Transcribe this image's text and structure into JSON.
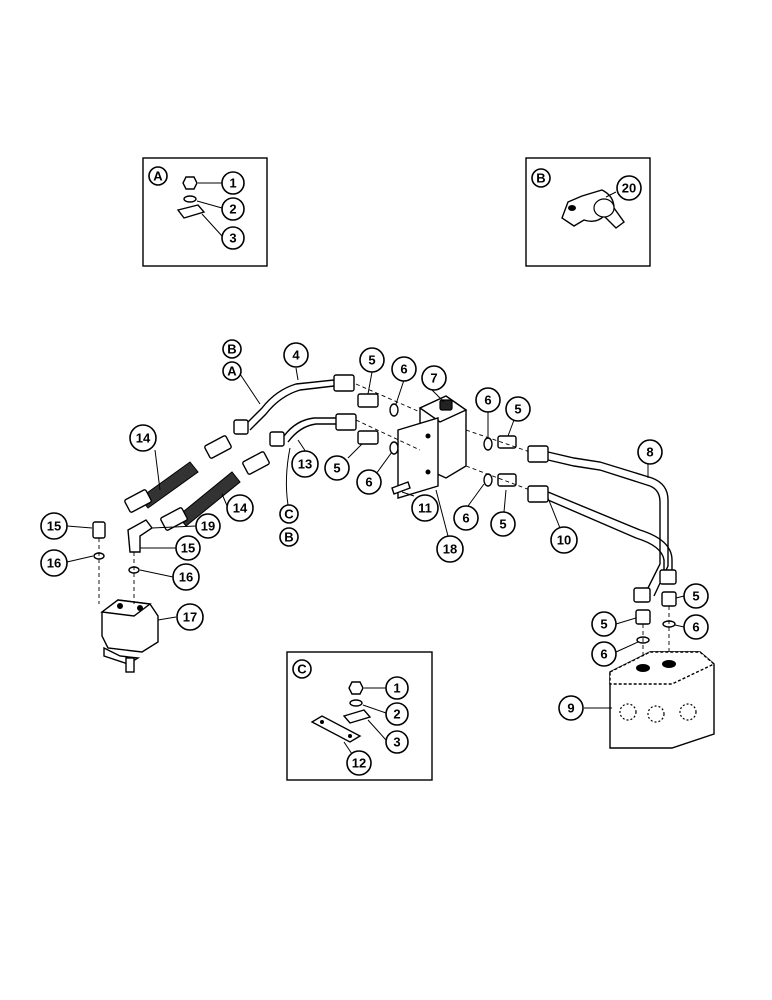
{
  "insets": {
    "a": {
      "label": "A",
      "callouts": [
        "1",
        "2",
        "3"
      ]
    },
    "b": {
      "label": "B",
      "callouts": [
        "20"
      ]
    },
    "c": {
      "label": "C",
      "callouts": [
        "1",
        "2",
        "3",
        "12"
      ]
    }
  },
  "section_markers": {
    "b_top": "B",
    "a_top": "A",
    "c_bottom": "C",
    "b_bottom": "B"
  },
  "callouts": {
    "c4": "4",
    "c5a": "5",
    "c6a": "6",
    "c7": "7",
    "c6b": "6",
    "c5b": "5",
    "c8": "8",
    "c14a": "14",
    "c13": "13",
    "c5c": "5",
    "c6c": "6",
    "c11": "11",
    "c6d": "6",
    "c5d": "5",
    "c10": "10",
    "c18": "18",
    "c14b": "14",
    "c15a": "15",
    "c19": "19",
    "c15b": "15",
    "c16a": "16",
    "c16b": "16",
    "c17": "17",
    "c5e": "5",
    "c5f": "5",
    "c6e": "6",
    "c6f": "6",
    "c9": "9"
  }
}
